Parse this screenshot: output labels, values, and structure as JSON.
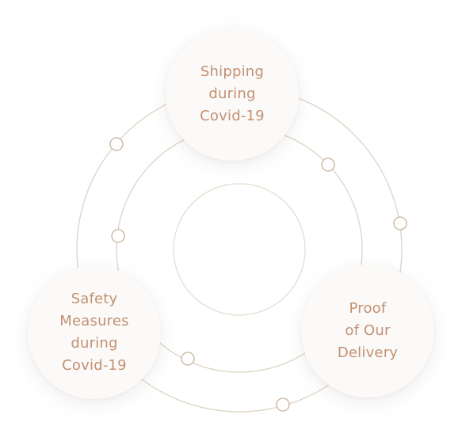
{
  "diagram": {
    "nodes": [
      {
        "id": "shipping",
        "label": "Shipping\nduring\nCovid-19"
      },
      {
        "id": "safety",
        "label": "Safety\nMeasures\nduring\nCovid-19"
      },
      {
        "id": "proof",
        "label": "Proof\nof Our\nDelivery"
      }
    ],
    "colors": {
      "accent_text": "#c39072",
      "ring_stroke": "#ddd3c4",
      "node_fill": "#fbfaf8",
      "marker_fill": "#ffffff",
      "marker_stroke": "#c4b29c"
    }
  }
}
